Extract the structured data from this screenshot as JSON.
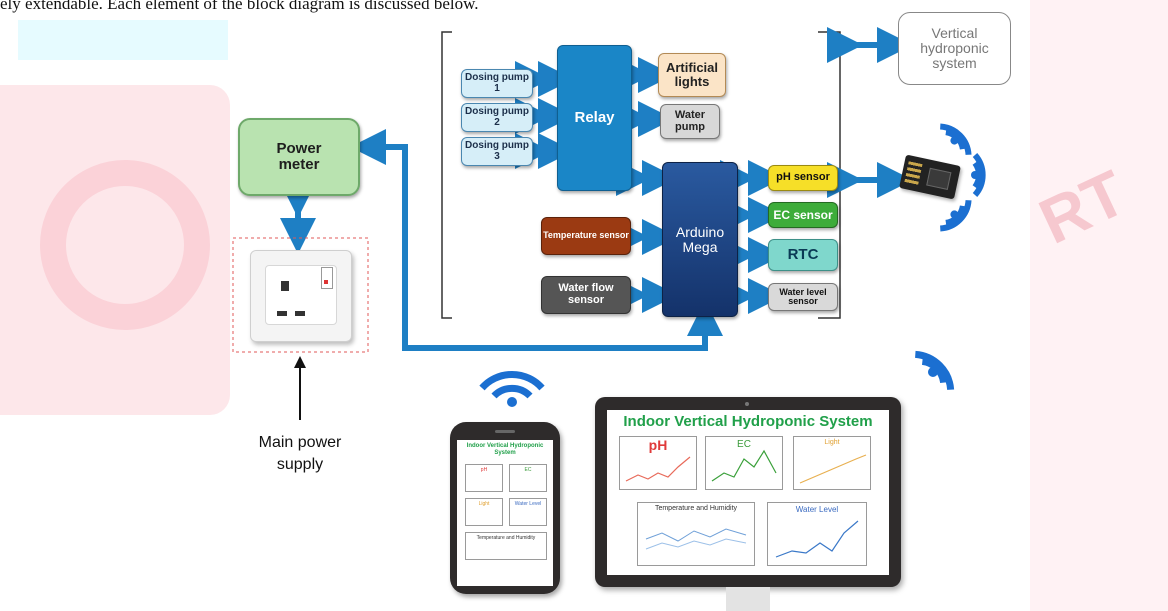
{
  "caption": "ely extendable. Each element of the block diagram is discussed below.",
  "blocks": {
    "power_meter": "Power meter",
    "relay": "Relay",
    "arduino": "Arduino Mega",
    "dosing_pump_1": "Dosing pump 1",
    "dosing_pump_2": "Dosing pump 2",
    "dosing_pump_3": "Dosing pump 3",
    "artificial_lights": "Artificial lights",
    "water_pump": "Water pump",
    "temperature_sensor": "Temperature sensor",
    "water_flow_sensor": "Water flow sensor",
    "ph_sensor": "pH sensor",
    "ec_sensor": "EC sensor",
    "rtc": "RTC",
    "water_level_sensor": "Water level sensor",
    "vertical_hydroponic_system": "Vertical hydroponic system",
    "main_power_supply": "Main power supply"
  },
  "monitor": {
    "title": "Indoor Vertical Hydroponic System",
    "charts": {
      "ph": "pH",
      "ec": "EC",
      "light": "Light",
      "temp_humidity": "Temperature and Humidity",
      "water_level": "Water Level"
    }
  },
  "phone": {
    "title": "Indoor Vertical Hydroponic System",
    "charts": {
      "ph": "pH",
      "ec": "EC",
      "light": "Light",
      "water_level": "Water Level",
      "temp_humidity": "Temperature and Humidity"
    }
  },
  "colors": {
    "power_meter": "#b9e3b0",
    "relay": "#1a86c7",
    "arduino": "#1b3d78",
    "arrow": "#1e7fc4",
    "title_green": "#21a04a"
  }
}
